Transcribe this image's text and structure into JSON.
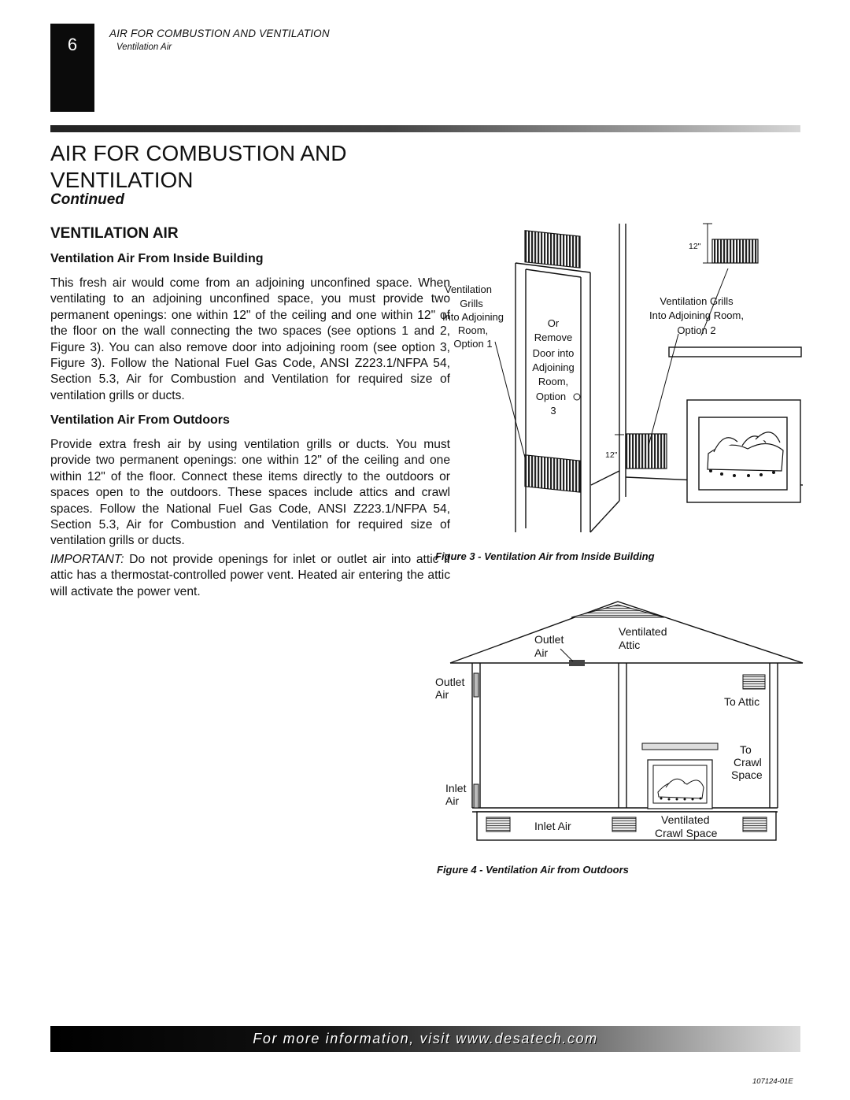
{
  "header": {
    "page_number": "6",
    "section": "AIR FOR COMBUSTION AND VENTILATION",
    "subsection": "Ventilation Air"
  },
  "title": {
    "line1": "AIR FOR COMBUSTION AND",
    "line2": "VENTILATION",
    "continued": "Continued"
  },
  "ventilation_air": {
    "heading": "VENTILATION AIR",
    "inside": {
      "heading": "Ventilation Air From Inside Building",
      "text": "This fresh air would come from an adjoining unconfined space. When ventilating to an adjoining unconfined space, you must provide two permanent openings: one within 12\" of the ceiling and one within 12\" of the floor on the wall connecting the two spaces (see options 1 and 2, Figure 3). You can also remove door into adjoining room (see option 3, Figure 3). Follow the National Fuel Gas Code, ANSI Z223.1/NFPA 54, Section 5.3, Air for Combustion and Ventilation for required size of ventilation grills or ducts."
    },
    "outdoors": {
      "heading": "Ventilation Air From Outdoors",
      "text": "Provide extra fresh air by using ventilation grills or ducts. You must provide two permanent openings: one within 12\" of the ceiling and one within 12\" of the floor. Connect these items directly to the outdoors or spaces open to the outdoors. These spaces include attics and crawl spaces. Follow the National Fuel Gas Code, ANSI Z223.1/NFPA 54, Section 5.3, Air for Combustion and Ventilation for required size of ventilation grills or ducts."
    },
    "important": {
      "label": "IMPORTANT:",
      "text": " Do not provide openings for inlet or outlet air into attic if attic has a thermostat-controlled power vent. Heated air entering the attic will activate the power vent."
    }
  },
  "figure3": {
    "caption": "Figure 3 - Ventilation Air from Inside Building",
    "option1_lines": [
      "Ventilation",
      "Grills",
      "Into Adjoining",
      "Room,",
      "Option 1"
    ],
    "option3_lines": [
      "Or",
      "Remove",
      "Door into",
      "Adjoining",
      "Room,",
      "Option",
      "3"
    ],
    "option2_lines": [
      "Ventilation Grills",
      "Into Adjoining Room,",
      "Option 2"
    ],
    "dimension_top": "12\"",
    "dimension_bottom": "12\""
  },
  "figure4": {
    "caption": "Figure 4 - Ventilation Air from Outdoors",
    "outlet_air_roof": [
      "Outlet",
      "Air"
    ],
    "ventilated_attic": [
      "Ventilated",
      "Attic"
    ],
    "outlet_air_wall": [
      "Outlet",
      "Air"
    ],
    "to_attic": "To Attic",
    "to_crawl_space": [
      "To",
      "Crawl",
      "Space"
    ],
    "inlet_air_wall": [
      "Inlet",
      "Air"
    ],
    "inlet_air_crawl": "Inlet Air",
    "ventilated_crawl_space": [
      "Ventilated",
      "Crawl Space"
    ]
  },
  "footer": {
    "link_text": "For more information, visit www.desatech.com",
    "doc_number": "107124-01E"
  },
  "colors": {
    "text": "#111111",
    "grill_fill": "#e6e6e6",
    "dark_vent": "#555555"
  }
}
